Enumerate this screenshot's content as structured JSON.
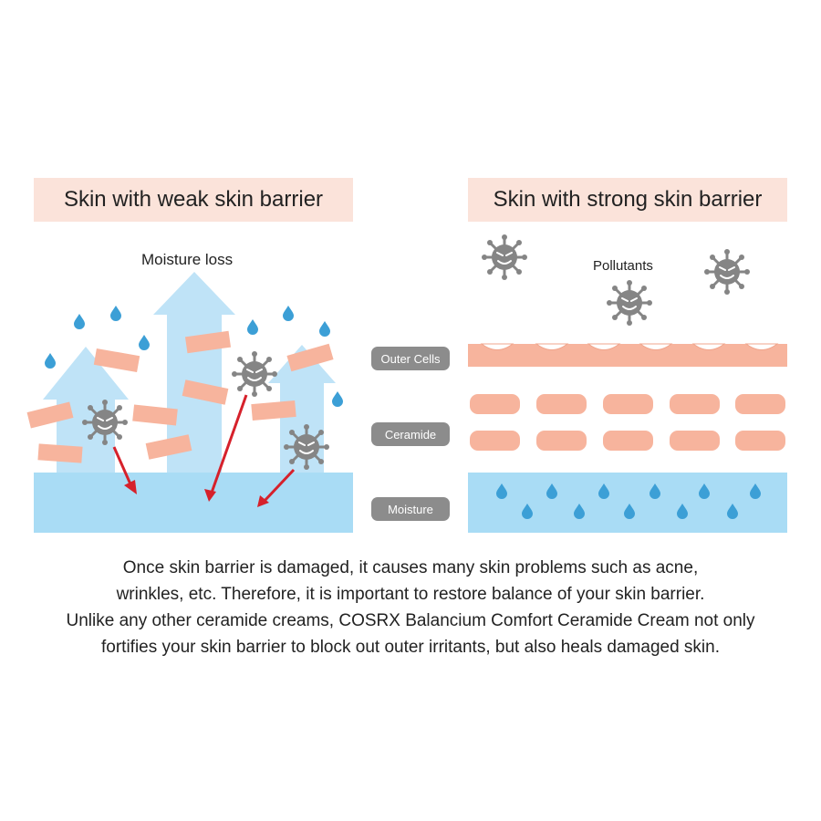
{
  "left_panel": {
    "title": "Skin with weak skin barrier",
    "moisture_label": "Moisture loss"
  },
  "right_panel": {
    "title": "Skin with strong skin barrier",
    "pollutants_label": "Pollutants"
  },
  "layer_labels": {
    "outer_cells": "Outer Cells",
    "ceramide": "Ceramide",
    "moisture": "Moisture"
  },
  "caption": {
    "line1": "Once skin barrier is damaged, it causes many skin problems such as acne,",
    "line2": "wrinkles, etc. Therefore, it is important to restore balance of your skin barrier.",
    "line3": "Unlike any other ceramide creams, COSRX Balancium Comfort Ceramide Cream not only",
    "line4": "fortifies your skin barrier to block out outer irritants, but also heals damaged skin."
  },
  "colors": {
    "title_bg": "#fbe3da",
    "skin_pink": "#f7b49d",
    "moisture_blue": "#a9dcf5",
    "arrow_blue": "#bfe3f7",
    "drop_blue": "#3c9fd6",
    "virus_grey": "#858585",
    "red_arrow": "#d6212b",
    "label_grey": "#8c8c8c"
  }
}
